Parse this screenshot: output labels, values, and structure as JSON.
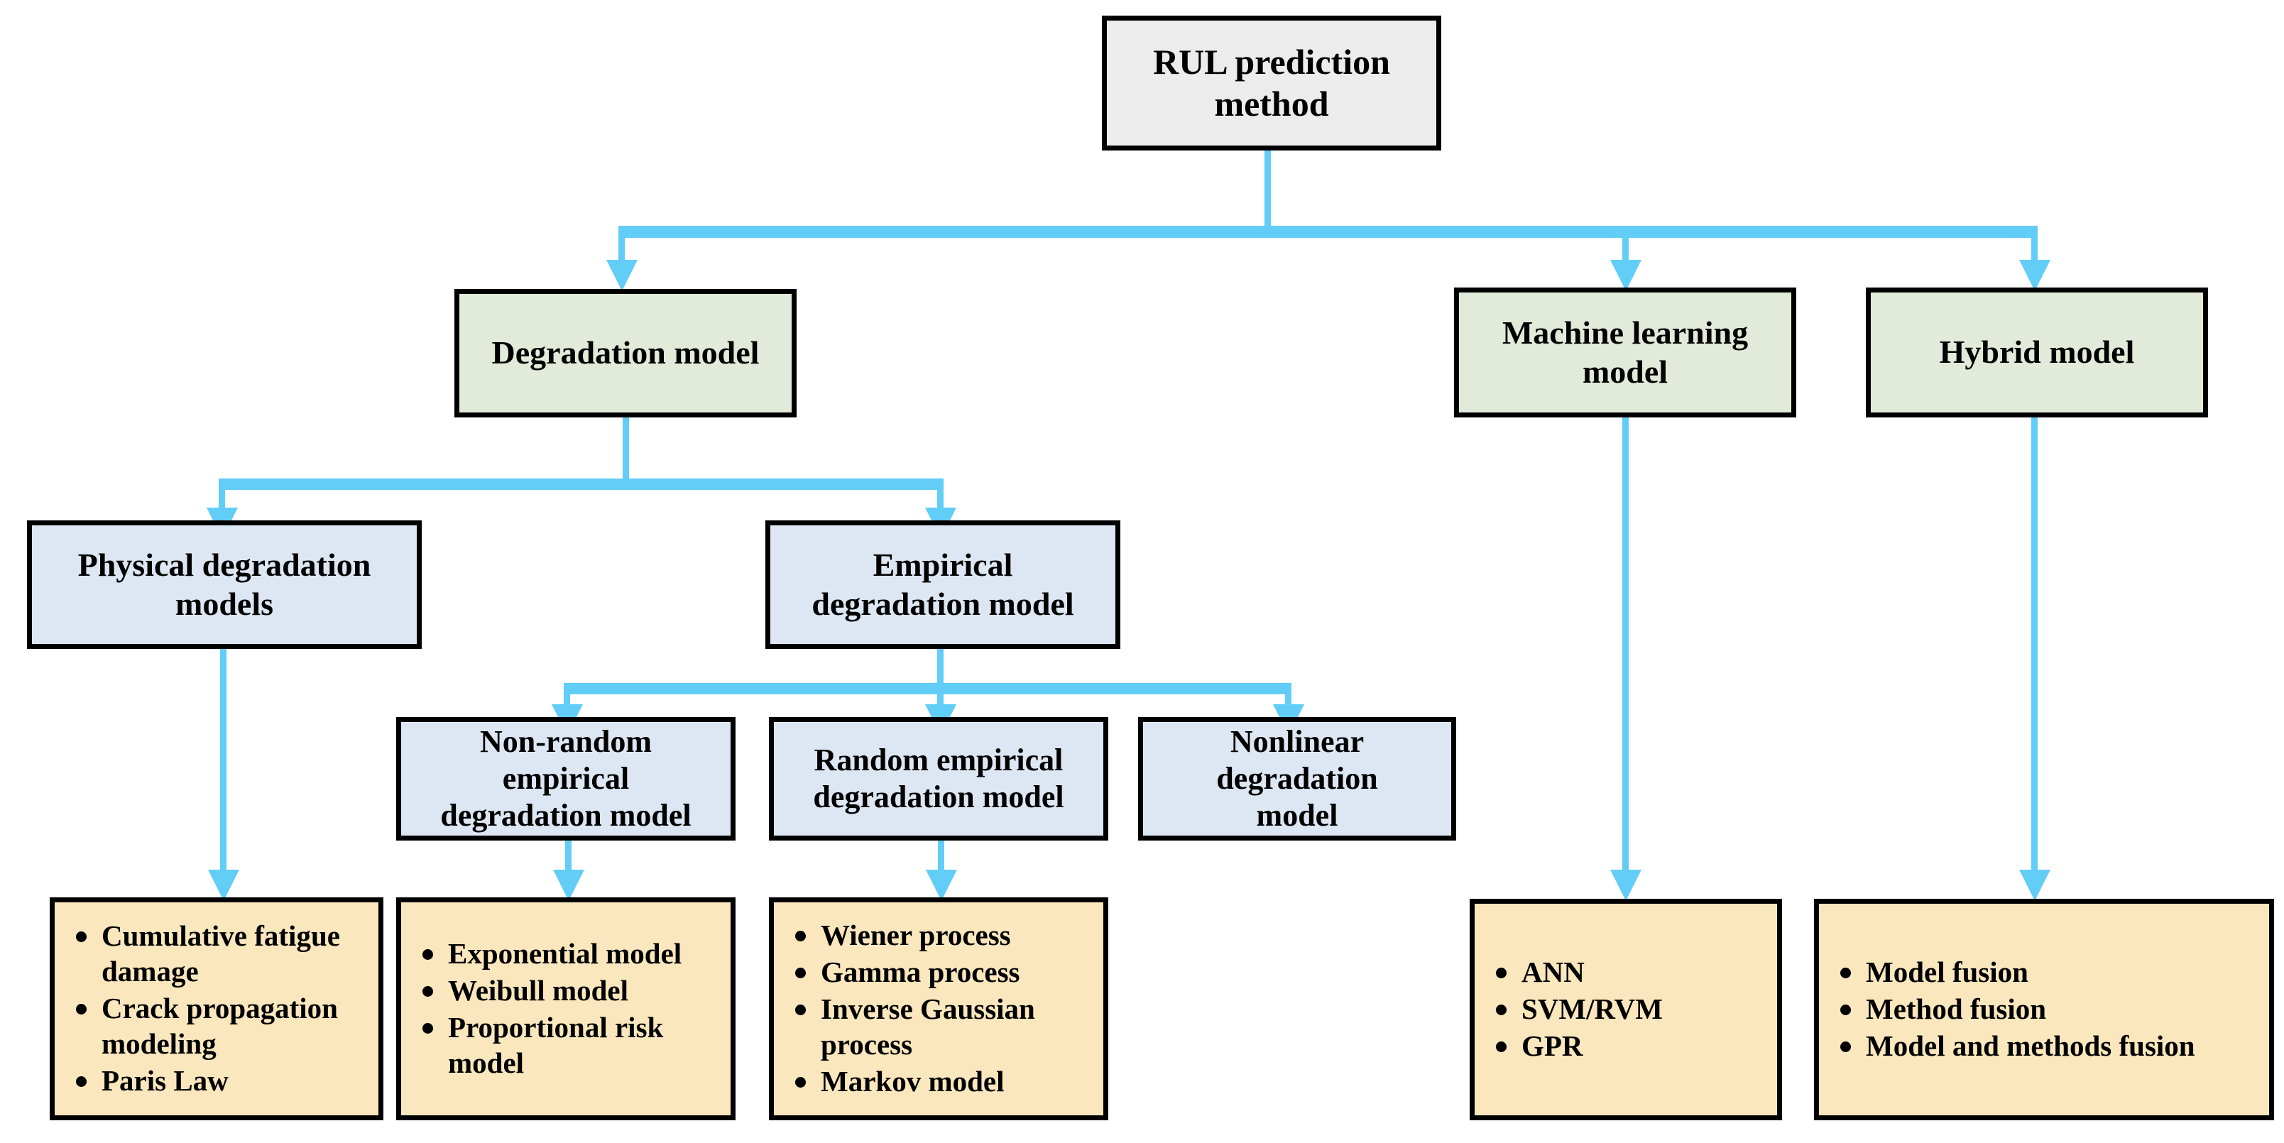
{
  "diagram": {
    "title_node": "RUL prediction\nmethod",
    "level2": [
      {
        "id": "degradation-model",
        "label": "Degradation model"
      },
      {
        "id": "machine-learning-model",
        "label": "Machine learning\nmodel"
      },
      {
        "id": "hybrid-model",
        "label": "Hybrid model"
      }
    ],
    "level3": [
      {
        "id": "physical-degradation-models",
        "label": "Physical degradation\nmodels"
      },
      {
        "id": "empirical-degradation-model",
        "label": "Empirical\ndegradation model"
      }
    ],
    "level4": [
      {
        "id": "non-random-empirical-degradation-model",
        "label": "Non-random\nempirical\ndegradation model"
      },
      {
        "id": "random-empirical-degradation-model",
        "label": "Random empirical\ndegradation model"
      },
      {
        "id": "nonlinear-degradation-model",
        "label": "Nonlinear\ndegradation\nmodel"
      }
    ],
    "leaf_lists": [
      {
        "id": "physical-degradation-items",
        "items": [
          "Cumulative fatigue damage",
          "Crack propagation modeling",
          " Paris Law"
        ]
      },
      {
        "id": "non-random-empirical-items",
        "items": [
          "Exponential model",
          "Weibull model",
          "Proportional risk model"
        ]
      },
      {
        "id": "random-empirical-items",
        "items": [
          "Wiener process",
          "Gamma process",
          "Inverse Gaussian process",
          "Markov model"
        ]
      },
      {
        "id": "machine-learning-items",
        "items": [
          "ANN",
          "SVM/RVM",
          "GPR"
        ]
      },
      {
        "id": "hybrid-model-items",
        "items": [
          "Model fusion",
          "Method fusion",
          "Model and methods fusion"
        ]
      }
    ],
    "colors": {
      "root_fill": "#ececec",
      "level2_fill": "#e2ebd9",
      "level3_fill": "#dde7f3",
      "leaf_fill": "#fbe7bd",
      "connector": "#62cdf7",
      "border": "#000000"
    }
  }
}
